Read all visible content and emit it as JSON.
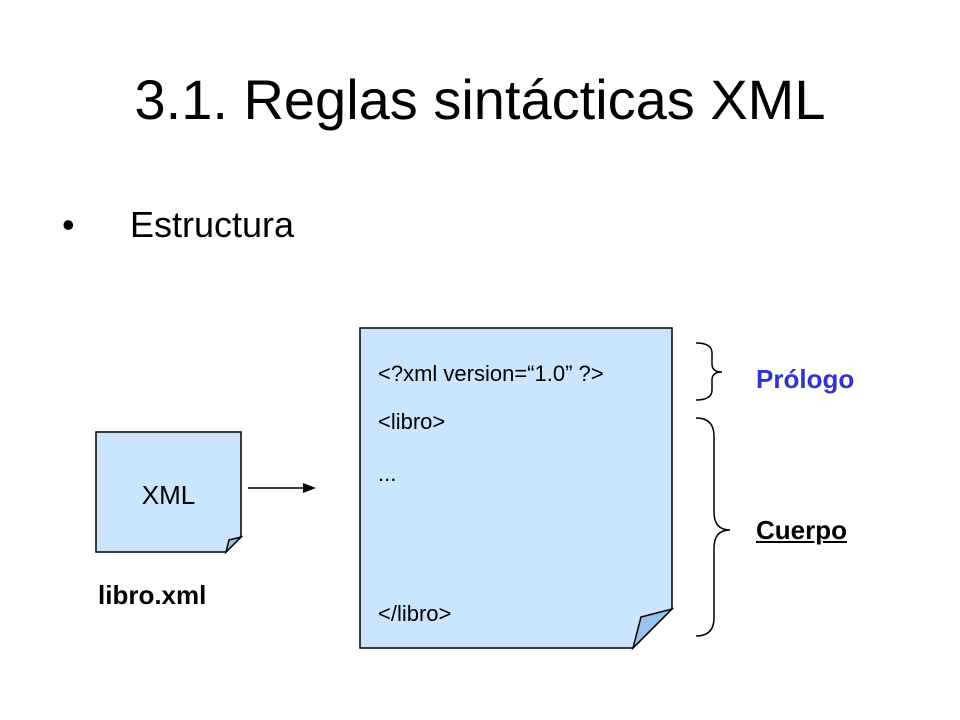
{
  "slide": {
    "title": "3.1. Reglas sintácticas XML",
    "bullet_symbol": "•",
    "bullet_text": "Estructura"
  },
  "diagram": {
    "icon_label": "XML",
    "file_name": "libro.xml",
    "code_lines": [
      "<?xml version=“1.0” ?>",
      "<libro>",
      "...",
      "</libro>"
    ],
    "prolog_label": "Prólogo",
    "body_label": "Cuerpo",
    "colors": {
      "page_fill": "#CCE5FF",
      "fold_fill": "#99C2EE",
      "prolog_text": "#3333CC",
      "body_text": "#000000"
    }
  }
}
